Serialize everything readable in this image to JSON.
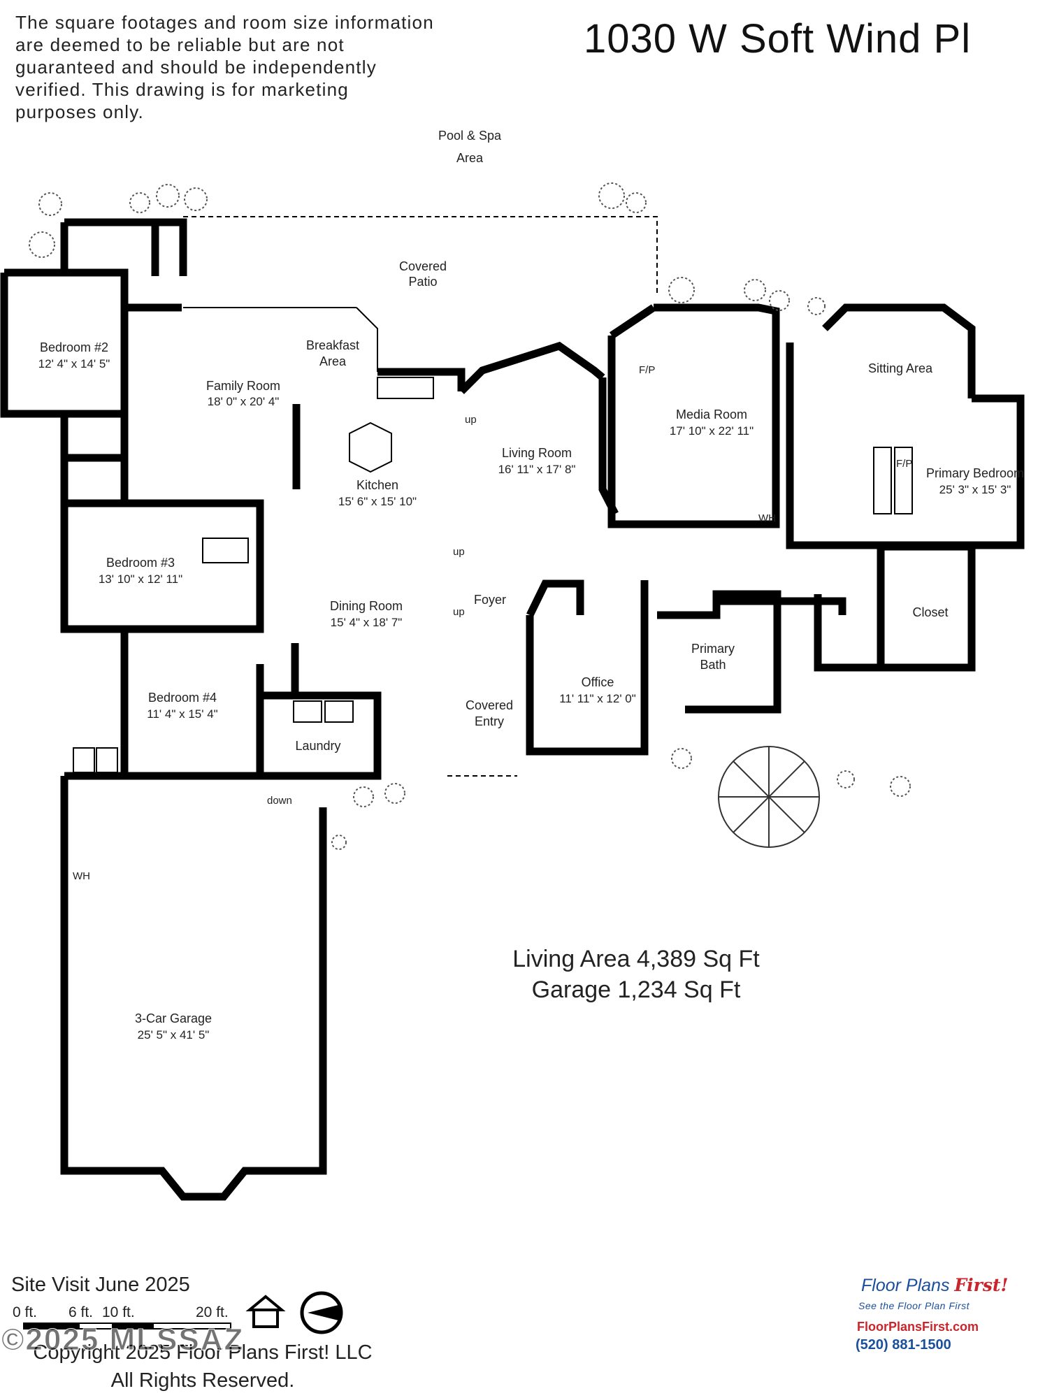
{
  "disclaimer": "The square footages and room size information are deemed to be reliable but are not guaranteed and should be independently verified. This drawing is for marketing purposes only.",
  "address": "1030 W Soft Wind Pl",
  "labels": {
    "pool_spa_1": "Pool & Spa",
    "pool_spa_2": "Area",
    "covered_patio_1": "Covered",
    "covered_patio_2": "Patio",
    "breakfast_1": "Breakfast",
    "breakfast_2": "Area",
    "family_room": "Family Room",
    "family_room_dim": "18' 0\" x 20' 4\"",
    "bedroom2": "Bedroom #2",
    "bedroom2_dim": "12' 4\" x 14' 5\"",
    "kitchen": "Kitchen",
    "kitchen_dim": "15' 6\" x 15' 10\"",
    "living_room": "Living Room",
    "living_room_dim": "16' 11\" x 17' 8\"",
    "media_room": "Media Room",
    "media_room_dim": "17' 10\" x 22' 11\"",
    "sitting_area": "Sitting Area",
    "primary_bedroom": "Primary Bedroom",
    "primary_bedroom_dim": "25' 3\" x 15' 3\"",
    "bedroom3": "Bedroom #3",
    "bedroom3_dim": "13' 10\" x 12' 11\"",
    "dining_room": "Dining Room",
    "dining_room_dim": "15' 4\" x 18' 7\"",
    "foyer": "Foyer",
    "office": "Office",
    "office_dim": "11' 11\" x 12' 0\"",
    "primary_bath_1": "Primary",
    "primary_bath_2": "Bath",
    "closet": "Closet",
    "bedroom4": "Bedroom #4",
    "bedroom4_dim": "11' 4\" x 15' 4\"",
    "laundry": "Laundry",
    "covered_entry_1": "Covered",
    "covered_entry_2": "Entry",
    "garage": "3-Car Garage",
    "garage_dim": "25' 5\" x 41' 5\"",
    "up": "up",
    "down": "down",
    "fp": "F/P",
    "wh": "WH"
  },
  "living_area": "Living Area 4,389 Sq Ft",
  "garage_area": "Garage 1,234 Sq Ft",
  "site_visit": "Site Visit June 2025",
  "scale": {
    "s0": "0 ft.",
    "s6": "6 ft.",
    "s10": "10 ft.",
    "s20": "20 ft."
  },
  "copyright_1": "Copyright 2025 Floor Plans First! LLC",
  "copyright_2": "All Rights Reserved.",
  "watermark": "©2025 MLSSAZ",
  "logo": {
    "name": "Floor Plans",
    "first": "First!",
    "tagline": "See the Floor Plan First",
    "website": "FloorPlansFirst.com",
    "phone": "(520) 881-1500"
  },
  "icons": [
    "equal-housing-icon",
    "north-arrow-icon",
    "tree-icon",
    "shrub-icon"
  ]
}
